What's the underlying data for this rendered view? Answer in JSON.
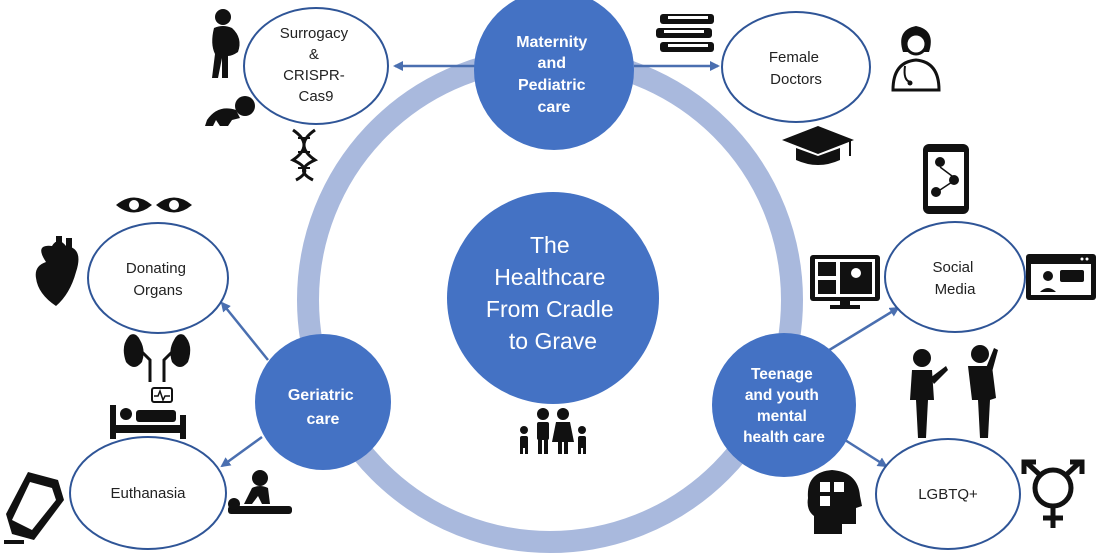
{
  "colors": {
    "hub": "#4472c4",
    "ring": "#a9b9dd",
    "leaf_border": "#2f5597",
    "arrow": "#4a6fb0",
    "icon": "#111111"
  },
  "center": {
    "lines": [
      "The",
      "Healthcare",
      "From Cradle",
      "to Grave"
    ],
    "icon": "family-icon"
  },
  "hubs": {
    "maternity": {
      "lines": [
        "Maternity",
        "and",
        "Pediatric",
        "care"
      ]
    },
    "geriatric": {
      "lines": [
        "Geriatric",
        "care"
      ]
    },
    "teenage": {
      "lines": [
        "Teenage",
        "and youth",
        "mental",
        "health care"
      ]
    }
  },
  "leaves": {
    "surrogacy": {
      "lines": [
        "Surrogacy",
        "&",
        "CRISPR-",
        "Cas9"
      ]
    },
    "female_doctors": {
      "lines": [
        "Female",
        "Doctors"
      ]
    },
    "donating_organs": {
      "lines": [
        "Donating",
        "Organs"
      ]
    },
    "euthanasia": {
      "lines": [
        "Euthanasia"
      ]
    },
    "social_media": {
      "lines": [
        "Social",
        "Media"
      ]
    },
    "lgbtq": {
      "lines": [
        "LGBTQ+"
      ]
    }
  },
  "icons": [
    "pregnant-woman-icon",
    "crawling-baby-icon",
    "dna-icon",
    "books-icon",
    "graduation-cap-icon",
    "female-doctor-icon",
    "eyes-icon",
    "heart-icon",
    "kidneys-icon",
    "hospital-bed-icon",
    "coffin-icon",
    "cpr-icon",
    "smartphone-network-icon",
    "video-call-icon",
    "chat-window-icon",
    "stressed-people-icon",
    "brain-puzzle-icon",
    "gender-symbol-icon"
  ]
}
